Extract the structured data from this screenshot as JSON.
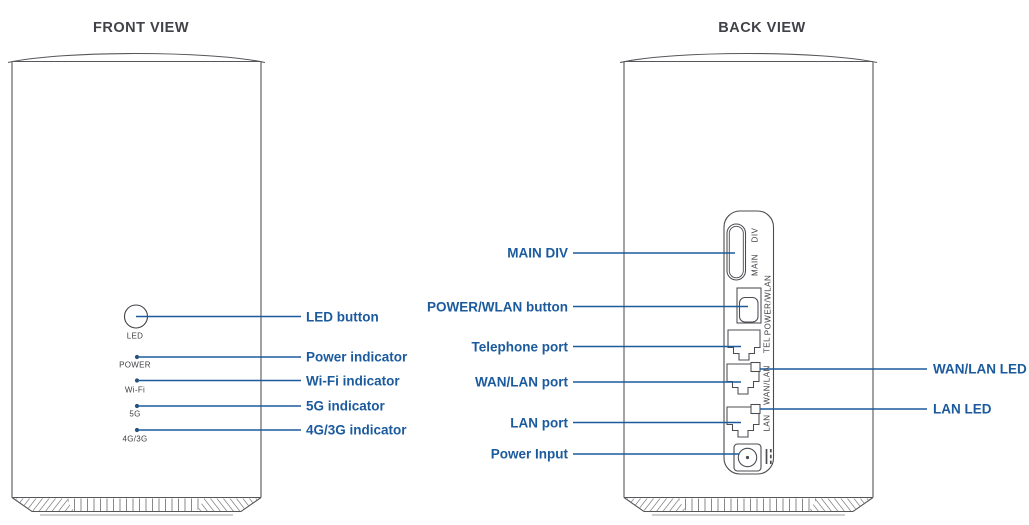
{
  "front": {
    "title": "FRONT VIEW",
    "device_labels": [
      "LED",
      "POWER",
      "Wi-Fi",
      "5G",
      "4G/3G"
    ],
    "callouts": [
      "LED button",
      "Power indicator",
      "Wi-Fi indicator",
      "5G indicator",
      "4G/3G indicator"
    ]
  },
  "back": {
    "title": "BACK VIEW",
    "panel_labels": [
      "DIV",
      "MAIN",
      "POWER/WLAN",
      "TEL",
      "WAN/LAN",
      "LAN"
    ],
    "callouts_left": [
      "MAIN DIV",
      "POWER/WLAN button",
      "Telephone port",
      "WAN/LAN port",
      "LAN port",
      "Power Input"
    ],
    "callouts_right": [
      "WAN/LAN LED",
      "LAN LED"
    ]
  },
  "colors": {
    "accent": "#1b5a9d",
    "indicator_dot": "#2c4f79",
    "device_outline": "#56575b",
    "panel_outline": "#4b4c50",
    "title_text": "#414247"
  }
}
